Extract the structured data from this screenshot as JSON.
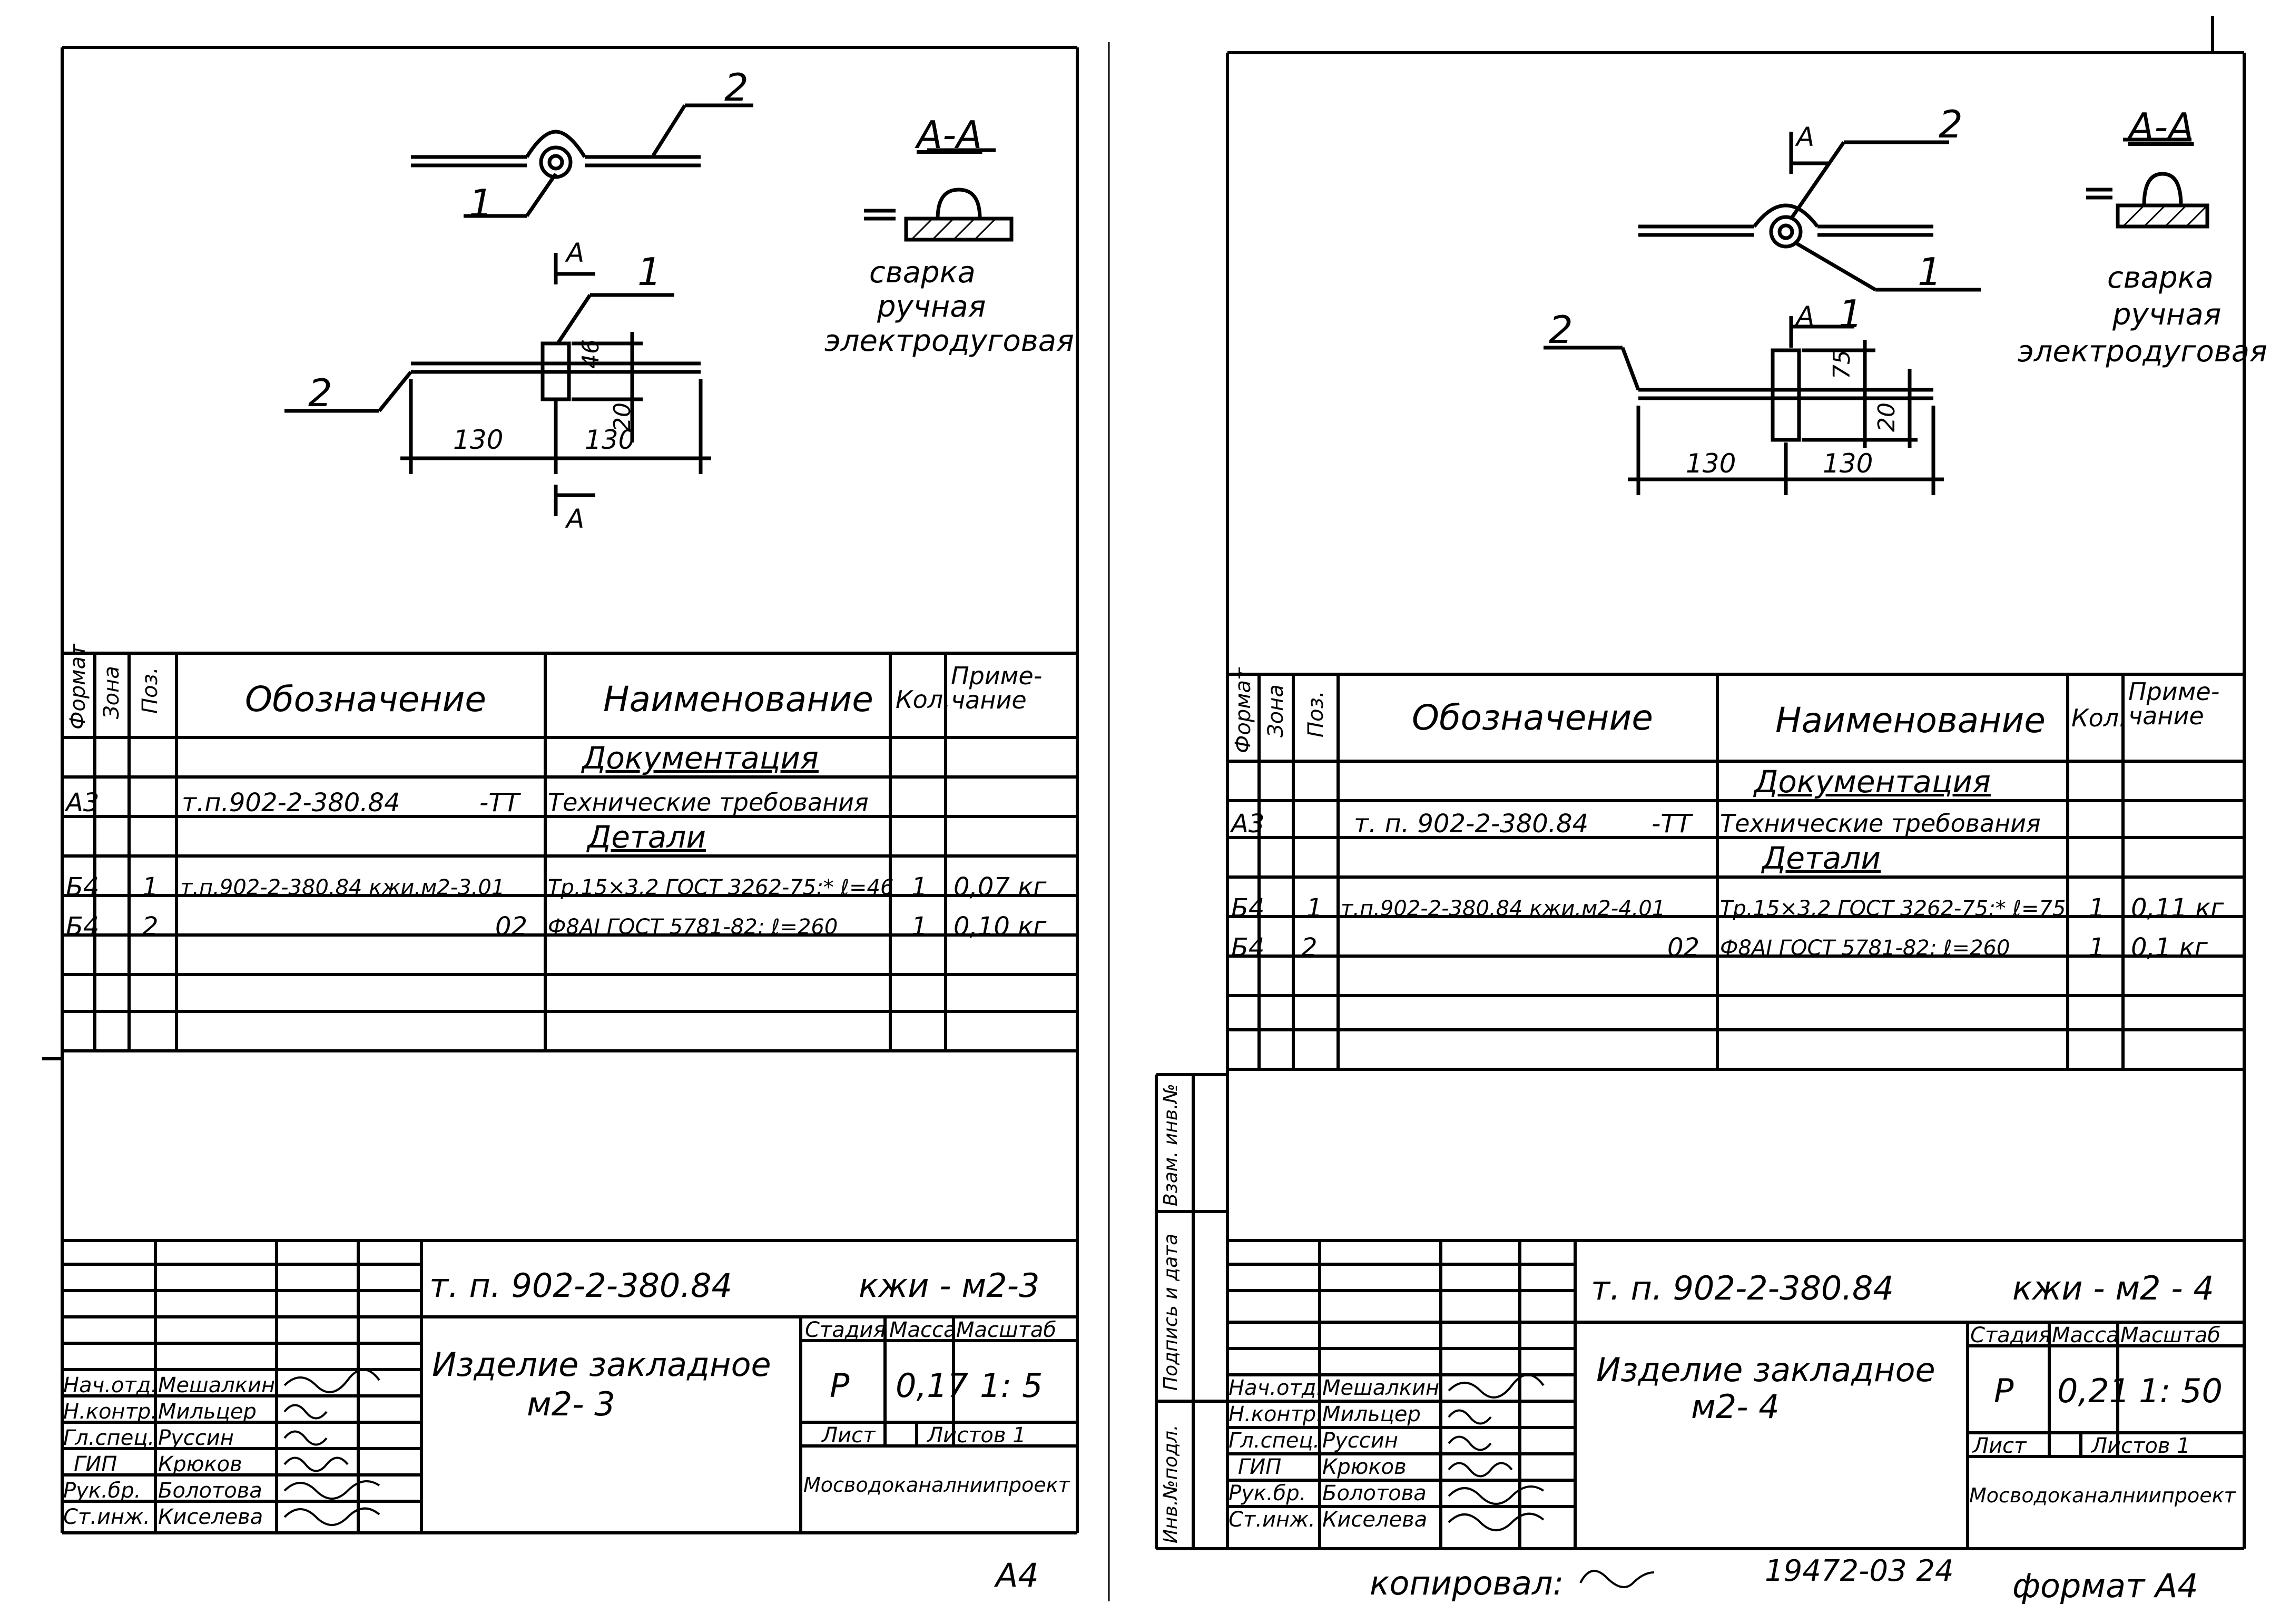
{
  "sheets": [
    {
      "drawing": {
        "pos_top": "2",
        "pos_left": "1",
        "pos_right": "1",
        "pos_bottom": "2",
        "section_mark": "A",
        "dim_left": "130",
        "dim_right": "130",
        "dim_plate_height": "46",
        "dim_gap": "20",
        "section_title": "А-А",
        "weld_note": [
          "сварка",
          "ручная",
          "электродуговая"
        ]
      },
      "spec": {
        "col_headers": {
          "format": "Формат",
          "zone": "Зона",
          "pos": "Поз.",
          "designation": "Обозначение",
          "name": "Наименование",
          "qty": "Кол.",
          "note": "Приме-чание"
        },
        "section_docs": "Документация",
        "section_parts": "Детали",
        "rows": [
          {
            "format": "А3",
            "pos": "",
            "designation": "т.п.902-2-380.84",
            "suffix": "-ТТ",
            "name": "Технические требования",
            "qty": "",
            "note": ""
          },
          {
            "format": "Б4",
            "pos": "1",
            "designation": "т.п.902-2-380.84 кжи.м2-3.01",
            "suffix": "",
            "name": "Тр.15×3,2 ГОСТ 3262-75;* ℓ=46",
            "qty": "1",
            "note": "0,07 кг"
          },
          {
            "format": "Б4",
            "pos": "2",
            "designation": "",
            "suffix": "02",
            "name": "Ф8АI ГОСТ 5781-82; ℓ=260",
            "qty": "1",
            "note": "0,10 кг"
          }
        ]
      },
      "title_block": {
        "project_code": "т. п. 902-2-380.84",
        "doc_code": "кжи - м2-3",
        "item_name": "Изделие закладное",
        "item_mark": "м2- 3",
        "stage_label": "Стадия",
        "mass_label": "Масса",
        "scale_label": "Масштаб",
        "stage": "Р",
        "mass": "0,17",
        "scale": "1: 5",
        "sheet_label": "Лист",
        "sheets_label": "Листов 1",
        "org": "Мосводоканалниипроект",
        "roles": [
          "Нач.отд.",
          "Н.контр.",
          "Гл.спец.",
          "ГИП",
          "Рук.бр.",
          "Ст.инж."
        ],
        "names": [
          "Мешалкин",
          "Мильцер",
          "Руссин",
          "Крюков",
          "Болотова",
          "Киселева"
        ]
      },
      "format_mark": "А4"
    },
    {
      "drawing": {
        "pos_top": "2",
        "pos_left": "2",
        "pos_right": "1",
        "pos_bottom": "1",
        "section_mark": "А",
        "dim_left": "130",
        "dim_right": "130",
        "dim_plate_height": "75",
        "dim_gap": "20",
        "section_title": "А-А",
        "weld_note": [
          "сварка",
          "ручная",
          "электродуговая"
        ]
      },
      "spec": {
        "col_headers": {
          "format": "Формат",
          "zone": "Зона",
          "pos": "Поз.",
          "designation": "Обозначение",
          "name": "Наименование",
          "qty": "Кол.",
          "note": "Приме-чание"
        },
        "section_docs": "Документация",
        "section_parts": "Детали",
        "rows": [
          {
            "format": "А3",
            "pos": "",
            "designation": "т. п. 902-2-380.84",
            "suffix": "-ТТ",
            "name": "Технические требования",
            "qty": "",
            "note": ""
          },
          {
            "format": "Б4",
            "pos": "1",
            "designation": "т.п.902-2-380.84 кжи.м2-4.01",
            "suffix": "",
            "name": "Тр.15×3,2 ГОСТ 3262-75;* ℓ=75",
            "qty": "1",
            "note": "0,11 кг"
          },
          {
            "format": "Б4",
            "pos": "2",
            "designation": "",
            "suffix": "02",
            "name": "Ф8АI ГОСТ 5781-82; ℓ=260",
            "qty": "1",
            "note": "0,1 кг"
          }
        ]
      },
      "title_block": {
        "project_code": "т. п. 902-2-380.84",
        "doc_code": "кжи - м2 - 4",
        "item_name": "Изделие закладное",
        "item_mark": "м2- 4",
        "stage_label": "Стадия",
        "mass_label": "Масса",
        "scale_label": "Масштаб",
        "stage": "Р",
        "mass": "0,21",
        "scale": "1: 50",
        "sheet_label": "Лист",
        "sheets_label": "Листов 1",
        "org": "Мосводоканалниипроект",
        "roles": [
          "Нач.отд.",
          "Н.контр.",
          "Гл.спец.",
          "ГИП",
          "Рук.бр.",
          "Ст.инж."
        ],
        "names": [
          "Мешалкин",
          "Мильцер",
          "Руссин",
          "Крюков",
          "Болотова",
          "Киселева"
        ]
      },
      "side_stamp": [
        "Инв.№подл.",
        "Подпись и дата",
        "Взам. инв.№"
      ],
      "copied_label": "копировал:",
      "archive_number": "19472-03 24",
      "format_mark": "формат А4"
    }
  ]
}
